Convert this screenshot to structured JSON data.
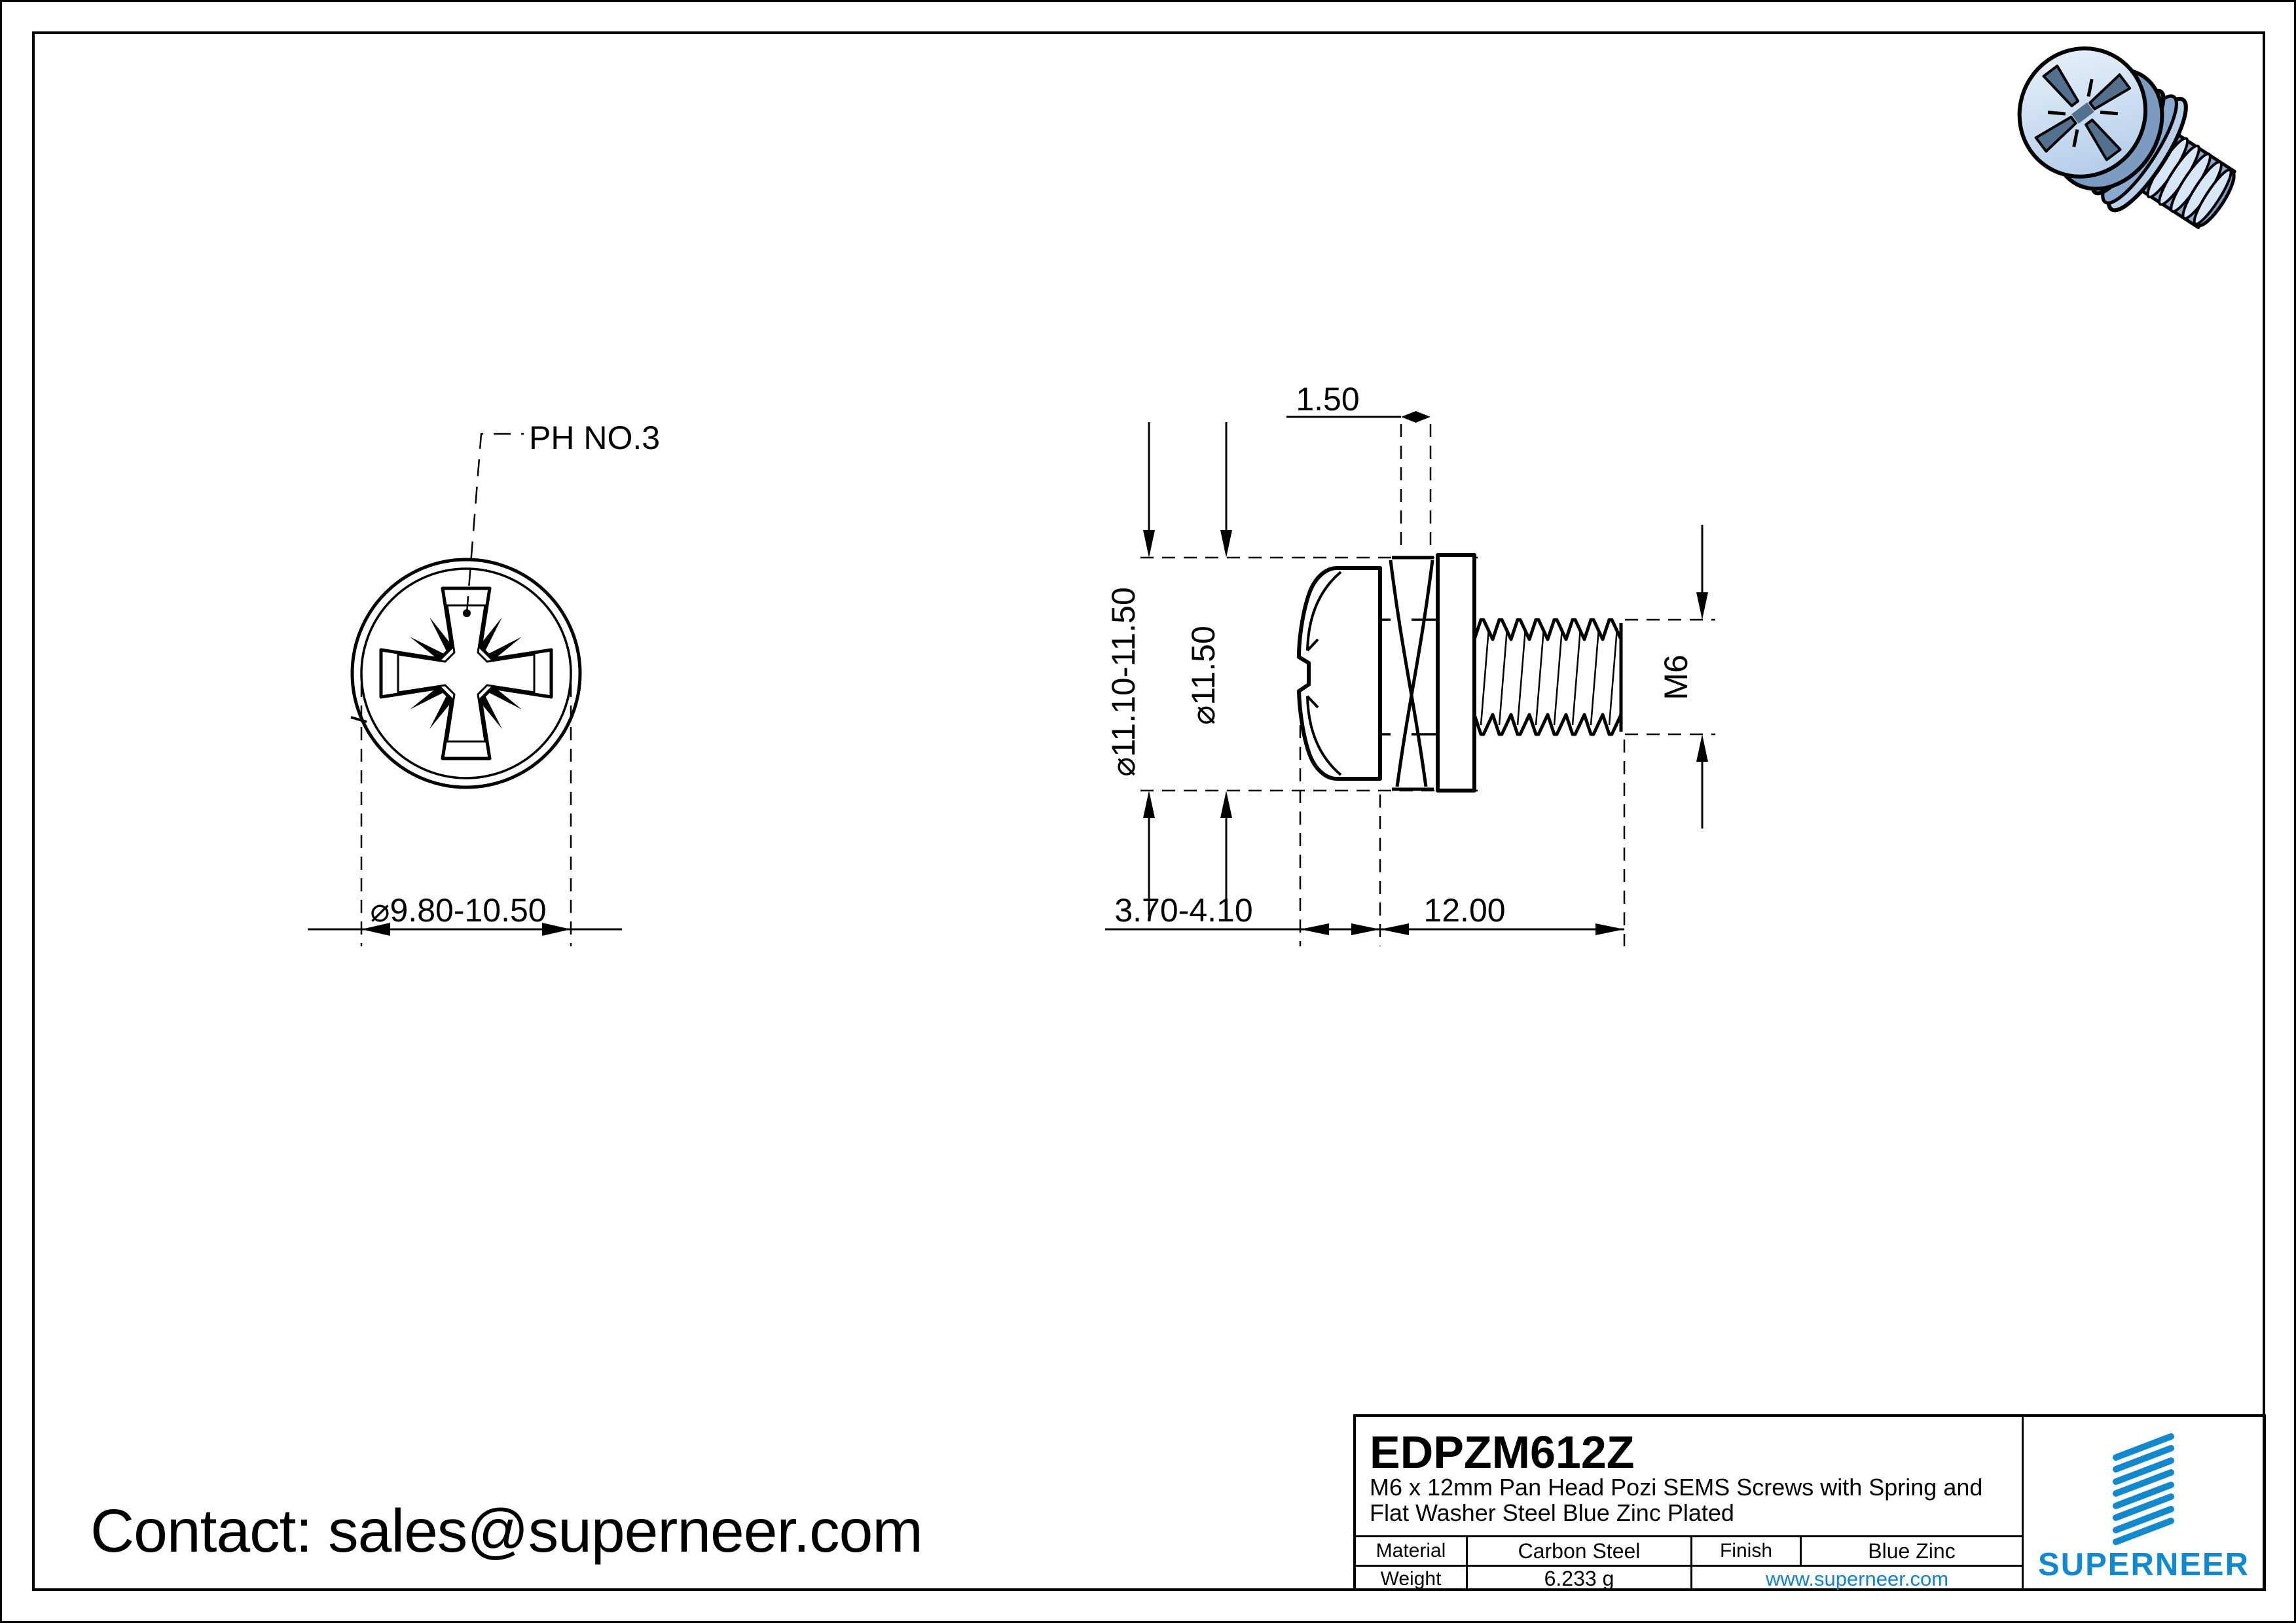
{
  "sheet": {
    "contact": "Contact: sales@superneer.com"
  },
  "views": {
    "front": {
      "callout_drive": "PH NO.3",
      "dim_head_diameter": "⌀9.80-10.50"
    },
    "side": {
      "dim_flat_washer_thickness": "1.50",
      "dim_washer_od_range": "⌀11.10-11.50",
      "dim_washer_od": "⌀11.50",
      "dim_thread_size": "M6",
      "dim_head_height": "3.70-4.10",
      "dim_thread_length": "12.00"
    }
  },
  "title_block": {
    "part_number": "EDPZM612Z",
    "description_line1": "M6 x 12mm Pan Head Pozi SEMS Screws with Spring and",
    "description_line2": "Flat Washer Steel Blue Zinc Plated",
    "material_label": "Material",
    "material_value": "Carbon Steel",
    "finish_label": "Finish",
    "finish_value": "Blue Zinc",
    "weight_label": "Weight",
    "weight_value": "6.233 g",
    "website": "www.superneer.com",
    "brand_name": "SUPERNEER"
  },
  "colors": {
    "brand_blue": "#1288ce",
    "link_blue": "#157fd2",
    "render_face_blue": "#c9dcf0",
    "render_side_blue": "#7b9bc1"
  }
}
